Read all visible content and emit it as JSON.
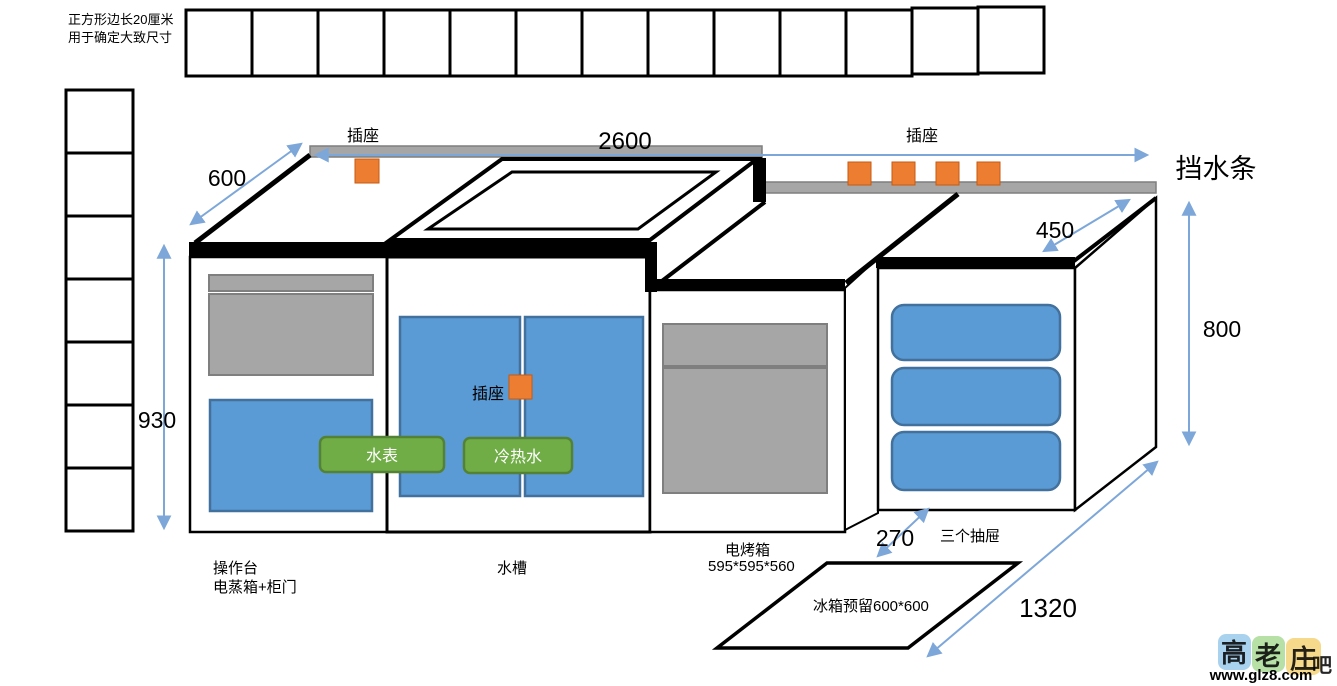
{
  "note": {
    "line1": "正方形边长20厘米",
    "line2": "用于确定大致尺寸"
  },
  "dimensions": {
    "total_length": "2600",
    "left_depth": "600",
    "left_height": "930",
    "right_depth": "450",
    "right_height": "800",
    "fridge_gap": "270",
    "right_run": "1320"
  },
  "labels": {
    "socket_top_left": "插座",
    "socket_top_right": "插座",
    "socket_middle": "插座",
    "splash_guard": "挡水条",
    "water_meter": "水表",
    "cold_hot_water": "冷热水",
    "worktop": "操作台",
    "steamer_cabinet": "电蒸箱+柜门",
    "sink": "水槽",
    "oven": "电烤箱",
    "oven_size": "595*595*560",
    "three_drawers": "三个抽屉",
    "fridge_reserved": "冰箱预留600*600"
  },
  "watermark": {
    "char_1": "高",
    "char_2": "老",
    "char_3": "庄",
    "char_4": "吧",
    "site": "www.glz8.com"
  },
  "colors": {
    "panel_blue": "#5b9bd5",
    "panel_blue_border": "#41719c",
    "panel_gray": "#a6a6a6",
    "socket_orange": "#ed7d31",
    "socket_orange_border": "#c55a11",
    "label_green": "#70ad47",
    "label_green_border": "#548235",
    "dim_arrow_blue": "#7da7d9",
    "splash_gray": "#a6a6a6",
    "watermark_blue": "#a9d2ee",
    "watermark_green": "#b6e0a6",
    "watermark_yellow": "#f7d98c",
    "watermark_gray": "#8f8f8f",
    "watermark_red": "#e05a5a"
  }
}
